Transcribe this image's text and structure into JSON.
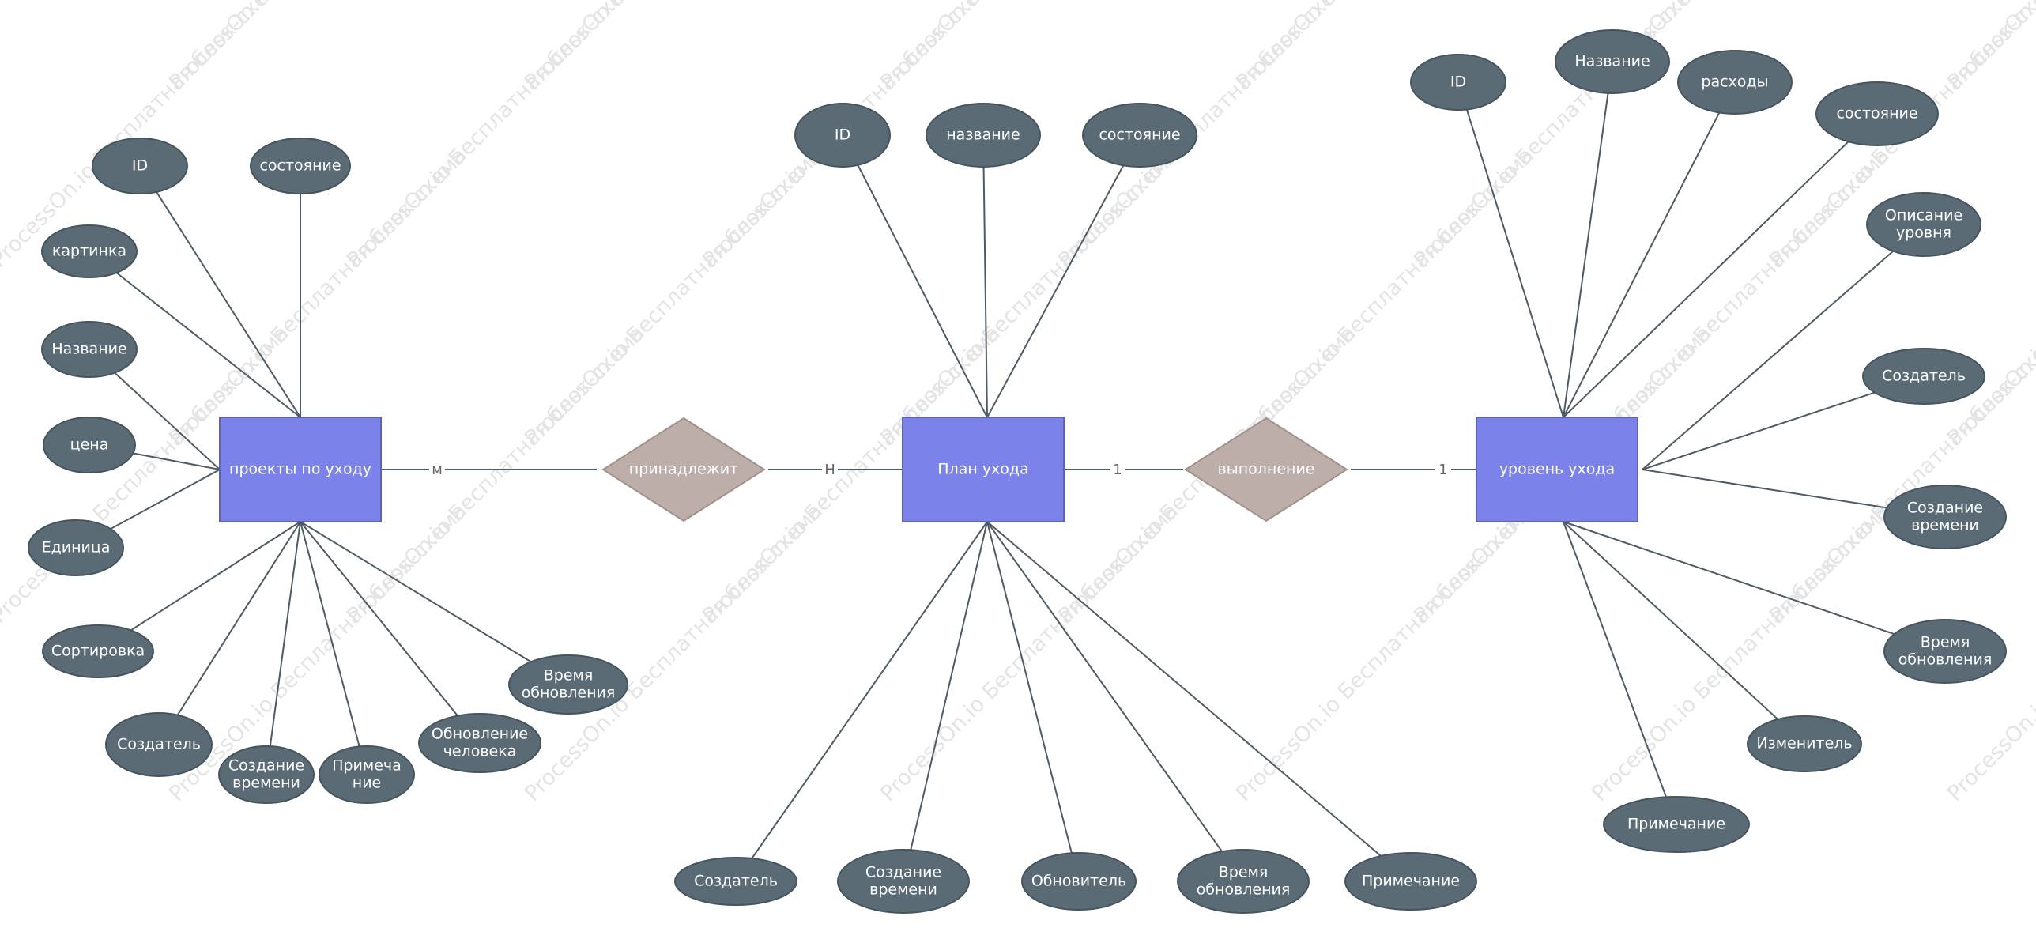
{
  "watermark": "ProcessOn.io Бесплатная блок-схема",
  "colors": {
    "entity": "#7b83ea",
    "entity_stroke": "#5c62b8",
    "relation": "#bdaeaa",
    "relation_stroke": "#a0918c",
    "attribute": "#5a6b75",
    "attribute_stroke": "#46545d",
    "line": "#4f5b64"
  },
  "entities": [
    {
      "id": "care_projects",
      "label": "проекты по уходу"
    },
    {
      "id": "care_plan",
      "label": "План ухода"
    },
    {
      "id": "care_level",
      "label": "уровень ухода"
    }
  ],
  "relationships": [
    {
      "id": "belongs",
      "label": "принадлежит",
      "from": "care_projects",
      "to": "care_plan",
      "card_from": "м",
      "card_to": "Н"
    },
    {
      "id": "execution",
      "label": "выполнение",
      "from": "care_plan",
      "to": "care_level",
      "card_from": "1",
      "card_to": "1"
    }
  ],
  "attributes": {
    "care_projects": [
      {
        "lines": [
          "ID"
        ]
      },
      {
        "lines": [
          "состояние"
        ]
      },
      {
        "lines": [
          "картинка"
        ]
      },
      {
        "lines": [
          "Название"
        ]
      },
      {
        "lines": [
          "цена"
        ]
      },
      {
        "lines": [
          "Единица"
        ]
      },
      {
        "lines": [
          "Сортировка"
        ]
      },
      {
        "lines": [
          "Создатель"
        ]
      },
      {
        "lines": [
          "Создание",
          "времени"
        ]
      },
      {
        "lines": [
          "Примеча",
          "ние"
        ]
      },
      {
        "lines": [
          "Обновление",
          "человека"
        ]
      },
      {
        "lines": [
          "Время",
          "обновления"
        ]
      }
    ],
    "care_plan": [
      {
        "lines": [
          "ID"
        ]
      },
      {
        "lines": [
          "название"
        ]
      },
      {
        "lines": [
          "состояние"
        ]
      },
      {
        "lines": [
          "Создатель"
        ]
      },
      {
        "lines": [
          "Создание",
          "времени"
        ]
      },
      {
        "lines": [
          "Обновитель"
        ]
      },
      {
        "lines": [
          "Время",
          "обновления"
        ]
      },
      {
        "lines": [
          "Примечание"
        ]
      }
    ],
    "care_level": [
      {
        "lines": [
          "ID"
        ]
      },
      {
        "lines": [
          "Название"
        ]
      },
      {
        "lines": [
          "расходы"
        ]
      },
      {
        "lines": [
          "состояние"
        ]
      },
      {
        "lines": [
          "Описание",
          "уровня"
        ]
      },
      {
        "lines": [
          "Создатель"
        ]
      },
      {
        "lines": [
          "Создание",
          "времени"
        ]
      },
      {
        "lines": [
          "Время",
          "обновления"
        ]
      },
      {
        "lines": [
          "Изменитель"
        ]
      },
      {
        "lines": [
          "Примечание"
        ]
      }
    ]
  }
}
